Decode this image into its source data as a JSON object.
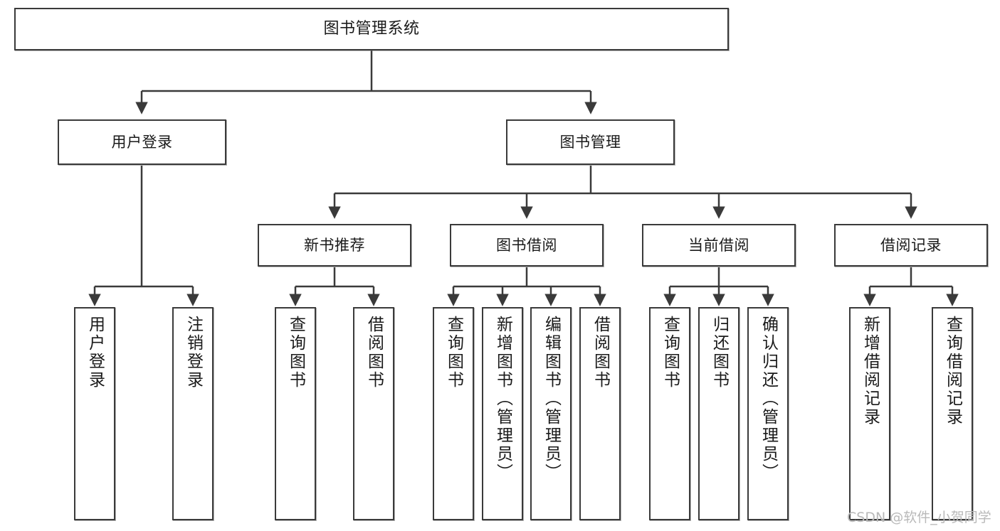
{
  "diagram": {
    "title": "图书管理系统",
    "watermark": "CSDN @软件_小贺同学",
    "colors": {
      "stroke": "#3a3a3a",
      "box_fill": "#ffffff",
      "text": "#1a1a1a",
      "watermark": "#b9b9b9",
      "background": "#ffffff"
    },
    "root": {
      "label": "图书管理系统"
    },
    "level1": [
      {
        "label": "用户登录"
      },
      {
        "label": "图书管理"
      }
    ],
    "level2": [
      {
        "label": "新书推荐"
      },
      {
        "label": "图书借阅"
      },
      {
        "label": "当前借阅"
      },
      {
        "label": "借阅记录"
      }
    ],
    "leaves": {
      "user_login": [
        {
          "label": "用户登录"
        },
        {
          "label": "注销登录"
        }
      ],
      "new_book": [
        {
          "label": "查询图书"
        },
        {
          "label": "借阅图书"
        }
      ],
      "book_borrow": [
        {
          "label": "查询图书"
        },
        {
          "label": "新增图书（管理员）"
        },
        {
          "label": "编辑图书（管理员）"
        },
        {
          "label": "借阅图书"
        }
      ],
      "current_borrow": [
        {
          "label": "查询图书"
        },
        {
          "label": "归还图书"
        },
        {
          "label": "确认归还（管理员）"
        }
      ],
      "borrow_record": [
        {
          "label": "新增借阅记录"
        },
        {
          "label": "查询借阅记录"
        }
      ]
    }
  }
}
